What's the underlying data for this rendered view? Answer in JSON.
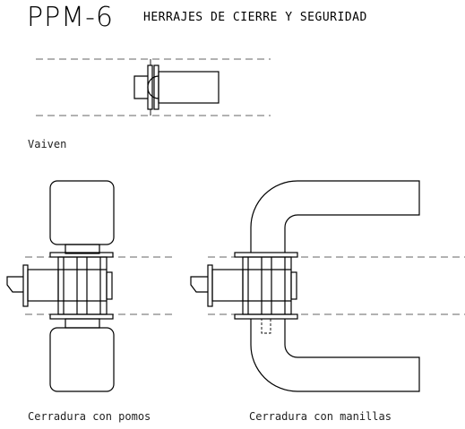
{
  "header": {
    "code": "PPM-6",
    "title": "HERRAJES DE CIERRE Y SEGURIDAD"
  },
  "captions": {
    "vaiven": "Vaiven",
    "pomos": "Cerradura con pomos",
    "manillas": "Cerradura con manillas"
  }
}
